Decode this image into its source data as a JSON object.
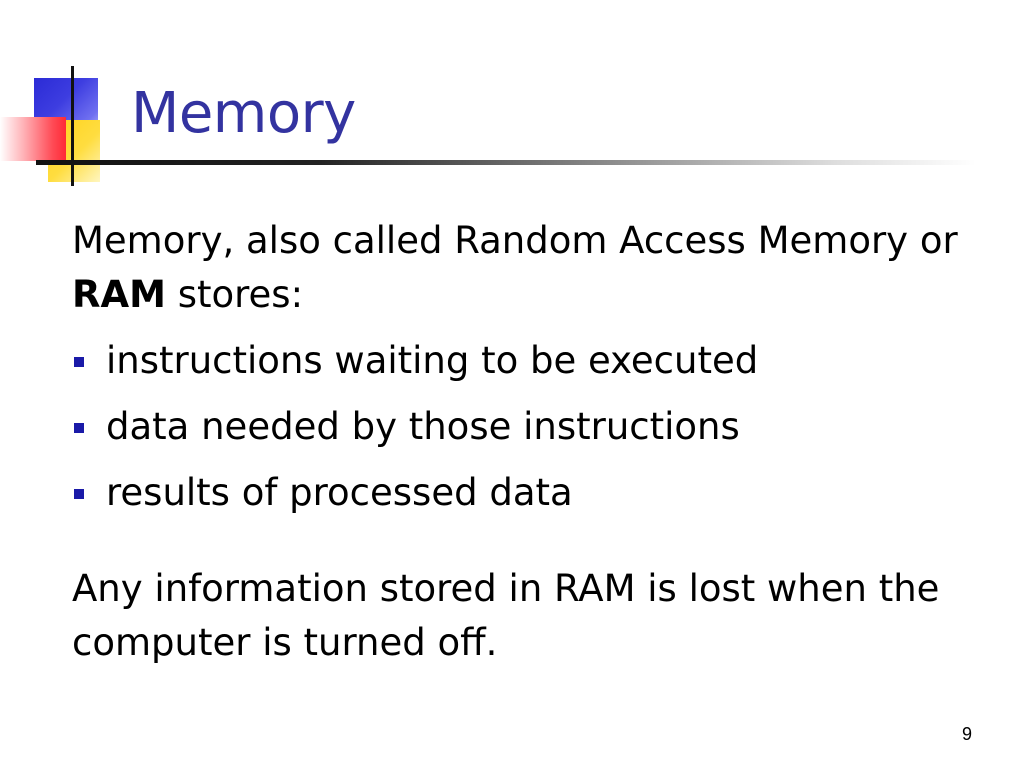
{
  "slide": {
    "title": "Memory",
    "intro_part1": "Memory, also called Random Access Memory or ",
    "intro_bold": "RAM",
    "intro_part2": " stores:",
    "bullets": [
      "instructions waiting to be executed",
      "data needed by those instructions",
      "results of processed data"
    ],
    "closing": "Any information stored in RAM is lost when the computer is turned off.",
    "page_number": "9"
  },
  "colors": {
    "title": "#3333a0",
    "bullet": "#1a1aa8",
    "logo_blue": "#2b2bd6",
    "logo_yellow": "#ffd21a",
    "logo_red": "#ff2a36"
  }
}
